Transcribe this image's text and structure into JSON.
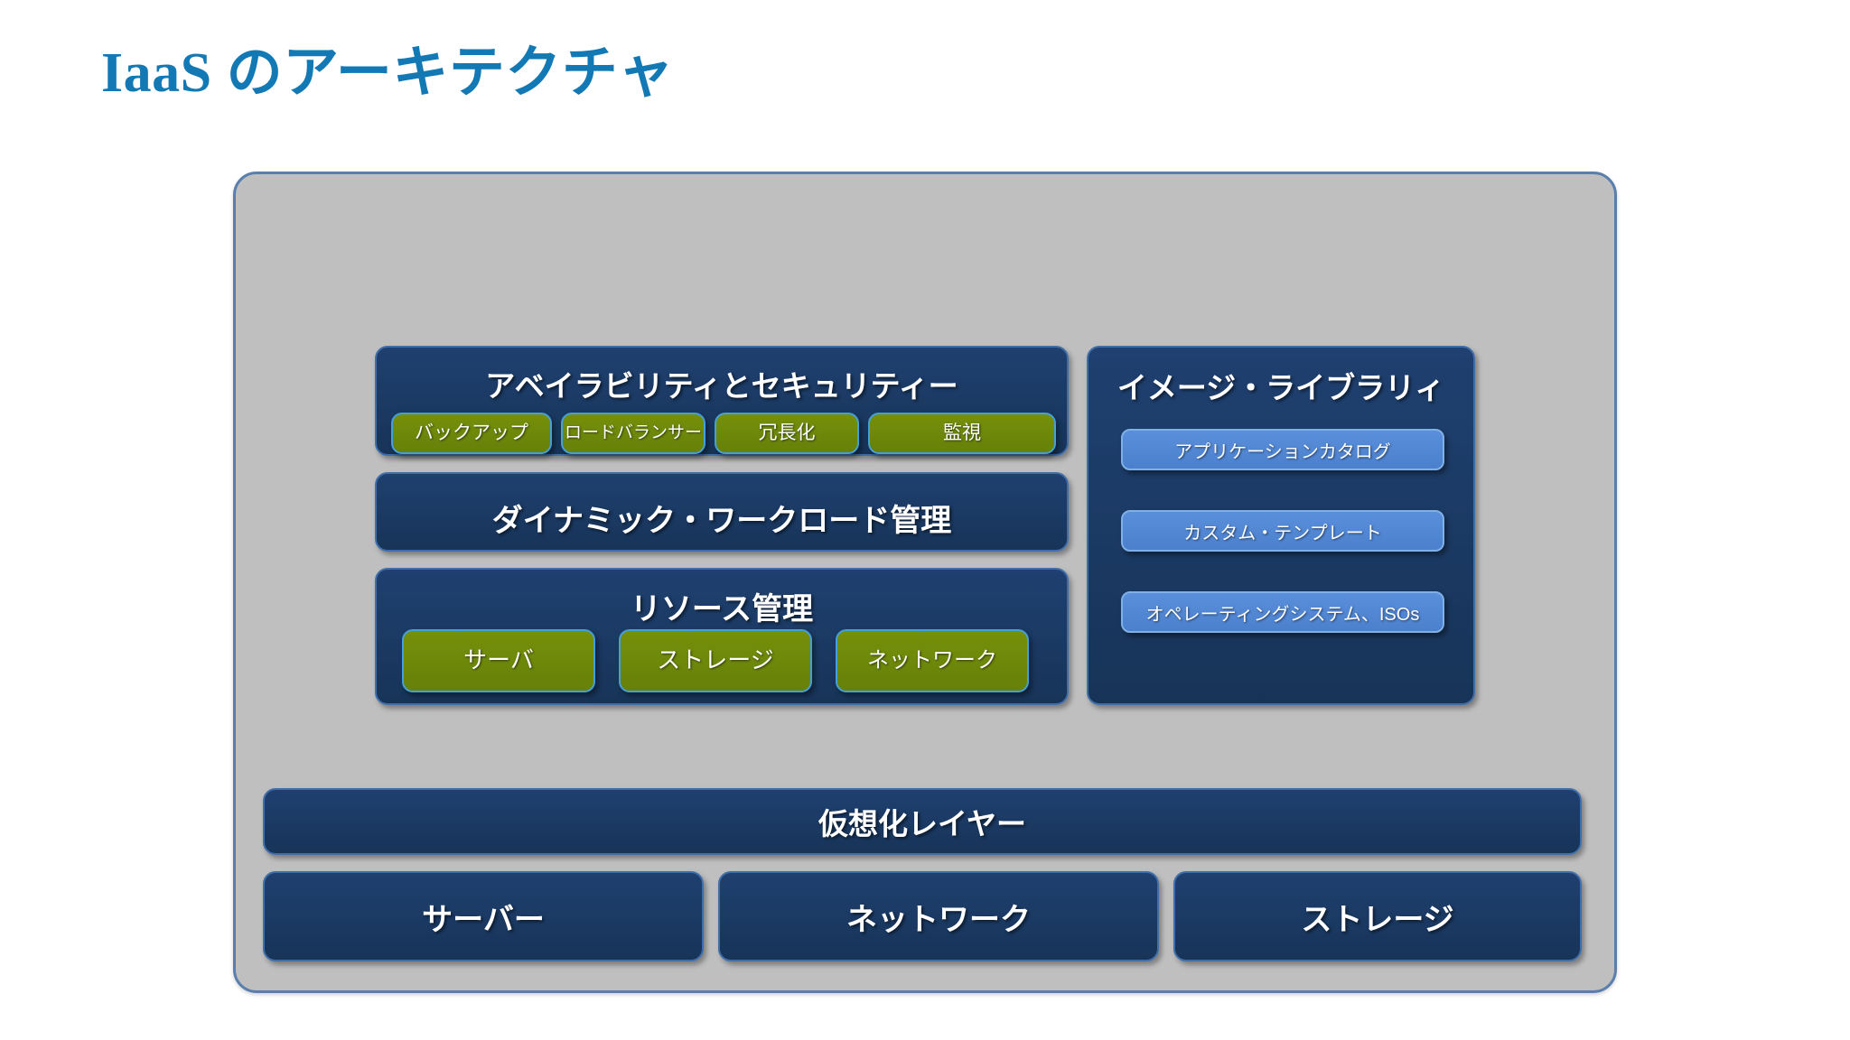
{
  "title": "IaaS のアーキテクチャ",
  "colors": {
    "title_blue": "#1379b5",
    "navy": "#1b3a63",
    "navy_border": "#3f6ea8",
    "green": "#6b8209",
    "light_blue": "#5488d4",
    "container_gray": "#bfbfbf",
    "container_border": "#5b7fad"
  },
  "diagram": {
    "availability": {
      "title": "アベイラビリティとセキュリティー",
      "items": [
        {
          "label": "バックアップ"
        },
        {
          "label": "ロードバランサー"
        },
        {
          "label": "冗長化"
        },
        {
          "label": "監視"
        }
      ]
    },
    "workload": {
      "title": "ダイナミック・ワークロード管理"
    },
    "resource": {
      "title": "リソース管理",
      "items": [
        {
          "label": "サーバ"
        },
        {
          "label": "ストレージ"
        },
        {
          "label": "ネットワーク"
        }
      ]
    },
    "image_library": {
      "title": "イメージ・ライブラリィ",
      "items": [
        {
          "label": "アプリケーションカタログ"
        },
        {
          "label": "カスタム・テンプレート"
        },
        {
          "label": "オペレーティングシステム、ISOs"
        }
      ]
    },
    "virtualization": {
      "title": "仮想化レイヤー"
    },
    "hardware": {
      "items": [
        {
          "label": "サーバー"
        },
        {
          "label": "ネットワーク"
        },
        {
          "label": "ストレージ"
        }
      ]
    }
  }
}
